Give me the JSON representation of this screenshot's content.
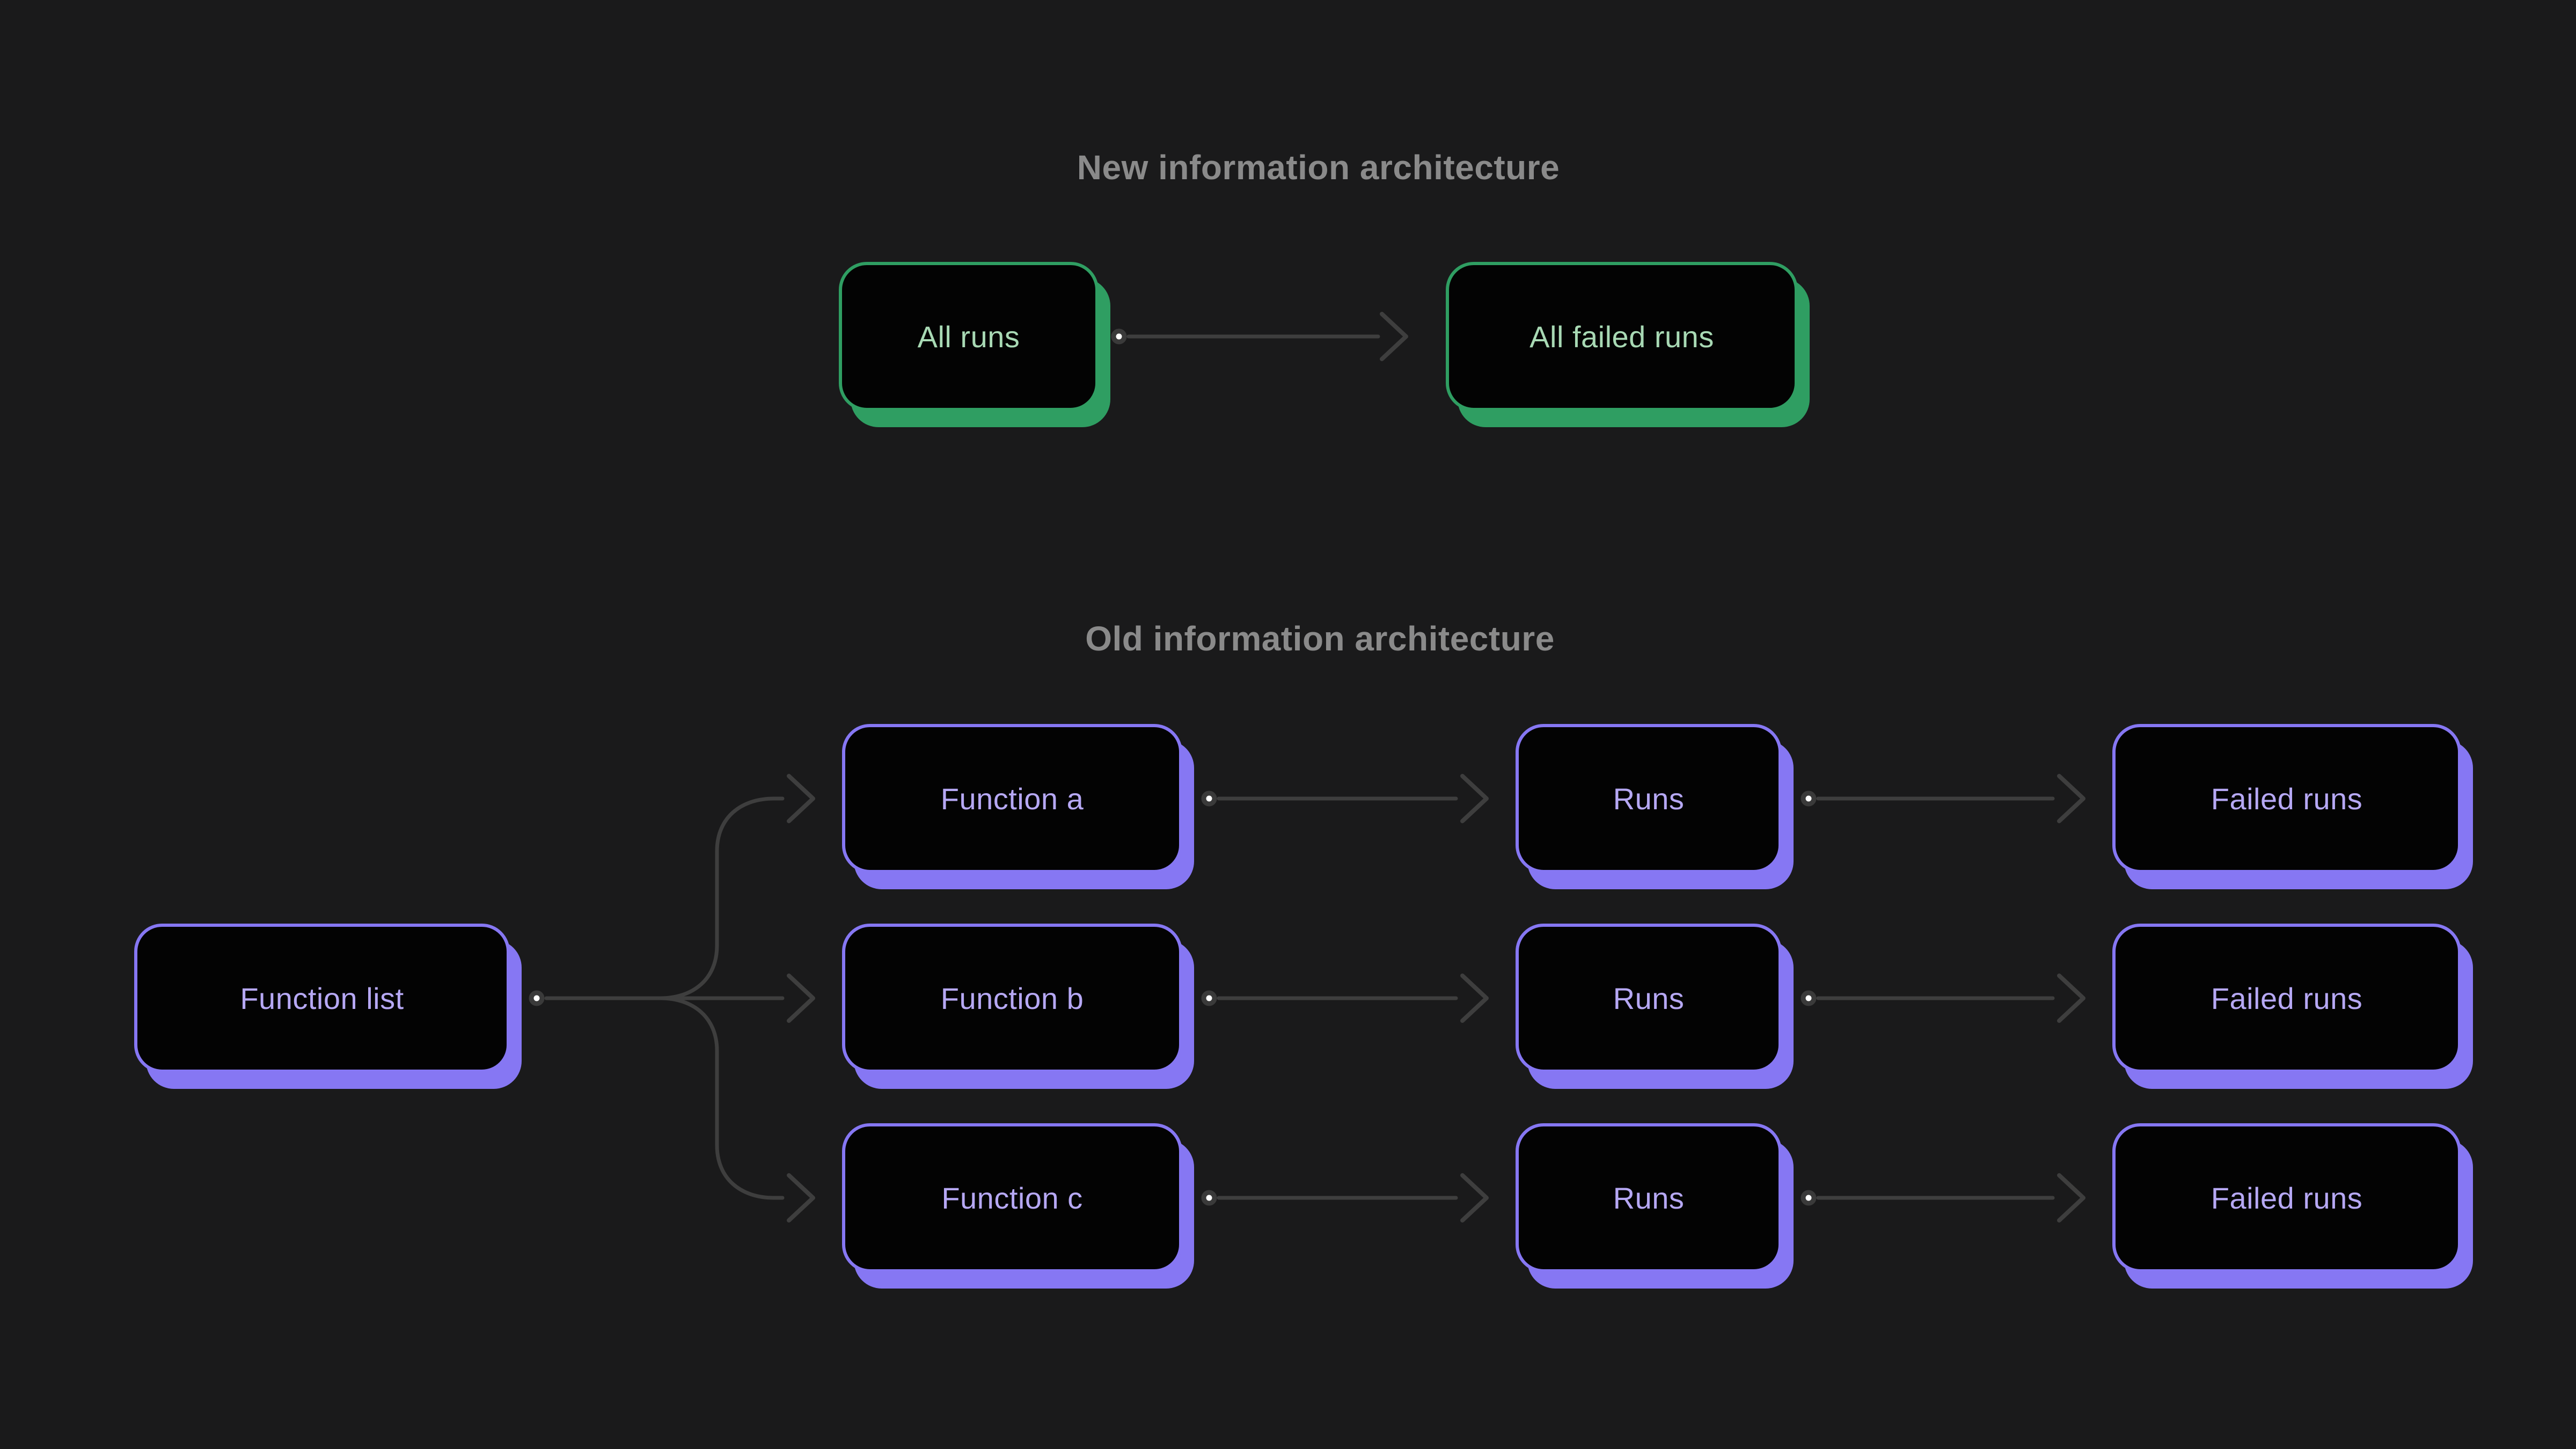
{
  "canvas": {
    "background": "#1a1a1b",
    "title_color": "#8a8a8a"
  },
  "connectors": {
    "line_color": "#3e3e3e",
    "dot_ring_color": "#3a3a3a",
    "dot_fill_color": "#ffffff"
  },
  "sections": {
    "new": {
      "title": "New information architecture",
      "accent_color": "#2f9e62",
      "label_color": "#a8d9b4",
      "nodes": [
        {
          "id": "all-runs",
          "label": "All runs"
        },
        {
          "id": "all-failed-runs",
          "label": "All failed runs"
        }
      ]
    },
    "old": {
      "title": "Old information architecture",
      "accent_color": "#8677f3",
      "label_color": "#b6a8f4",
      "nodes": [
        {
          "id": "function-list",
          "label": "Function list"
        },
        {
          "id": "function-a",
          "label": "Function a"
        },
        {
          "id": "function-b",
          "label": "Function b"
        },
        {
          "id": "function-c",
          "label": "Function c"
        },
        {
          "id": "runs-a",
          "label": "Runs"
        },
        {
          "id": "runs-b",
          "label": "Runs"
        },
        {
          "id": "runs-c",
          "label": "Runs"
        },
        {
          "id": "failed-runs-a",
          "label": "Failed runs"
        },
        {
          "id": "failed-runs-b",
          "label": "Failed runs"
        },
        {
          "id": "failed-runs-c",
          "label": "Failed runs"
        }
      ]
    }
  }
}
